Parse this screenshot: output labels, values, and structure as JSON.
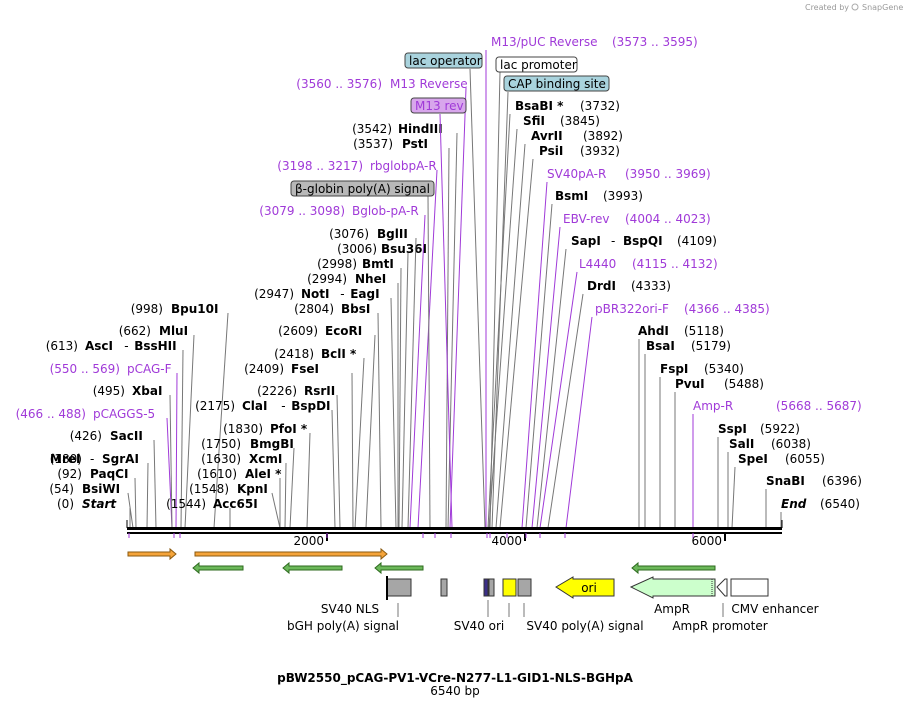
{
  "credit": "Created by",
  "brand": "SnapGene",
  "title": "pBW2550_pCAG-PV1-VCre-N277-L1-GID1-NLS-BGHpA",
  "length": "6540 bp",
  "scale": [
    "2000",
    "4000",
    "6000"
  ],
  "sites_left": [
    {
      "pos": "(0)",
      "name": "Start",
      "style": "italic"
    },
    {
      "pos": "(54)",
      "name": "BsiWI"
    },
    {
      "pos": "(92)",
      "name": "PaqCI"
    },
    {
      "pos": "(180)",
      "name": "MreI",
      "name2": "SgrAI"
    },
    {
      "pos": "(426)",
      "name": "SacII"
    },
    {
      "pos": "(466 .. 488)",
      "name": "pCAGGS-5",
      "primer": true
    },
    {
      "pos": "(495)",
      "name": "XbaI"
    },
    {
      "pos": "(550 .. 569)",
      "name": "pCAG-F",
      "primer": true
    },
    {
      "pos": "(613)",
      "name": "AscI",
      "name2": "BssHII"
    },
    {
      "pos": "(662)",
      "name": "MluI"
    },
    {
      "pos": "(998)",
      "name": "Bpu10I"
    },
    {
      "pos": "(1544)",
      "name": "Acc65I"
    },
    {
      "pos": "(1548)",
      "name": "KpnI"
    },
    {
      "pos": "(1610)",
      "name": "AleI *"
    },
    {
      "pos": "(1630)",
      "name": "XcmI"
    },
    {
      "pos": "(1750)",
      "name": "BmgBI"
    },
    {
      "pos": "(1830)",
      "name": "PfoI *"
    },
    {
      "pos": "(2175)",
      "name": "ClaI",
      "name2": "BspDI"
    },
    {
      "pos": "(2226)",
      "name": "RsrII"
    },
    {
      "pos": "(2409)",
      "name": "FseI"
    },
    {
      "pos": "(2418)",
      "name": "BclI *"
    },
    {
      "pos": "(2609)",
      "name": "EcoRI"
    },
    {
      "pos": "(2804)",
      "name": "BbsI"
    },
    {
      "pos": "(2947)",
      "name": "NotI",
      "name2": "EagI"
    },
    {
      "pos": "(2994)",
      "name": "NheI"
    },
    {
      "pos": "(2998)",
      "name": "BmtI"
    },
    {
      "pos": "(3006)",
      "name": "Bsu36I"
    },
    {
      "pos": "(3076)",
      "name": "BglII"
    },
    {
      "pos": "(3079 .. 3098)",
      "name": "Bglob-pA-R",
      "primer": true
    },
    {
      "pos": "(3198 .. 3217)",
      "name": "rbglobpA-R",
      "primer": true
    },
    {
      "pos": "(3537)",
      "name": "PstI"
    },
    {
      "pos": "(3542)",
      "name": "HindIII"
    },
    {
      "pos": "(3560 .. 3576)",
      "name": "M13 Reverse",
      "primer": true
    }
  ],
  "boxes": [
    {
      "name": "β-globin poly(A) signal",
      "fill": "#b8b8b8"
    },
    {
      "name": "M13 rev",
      "fill": "#d8a6ec"
    },
    {
      "name": "lac operator",
      "fill": "#a9d3dd"
    },
    {
      "name": "lac promoter",
      "fill": "#ffffff"
    },
    {
      "name": "CAP binding site",
      "fill": "#a9d3dd"
    }
  ],
  "sites_right": [
    {
      "name": "M13/pUC Reverse",
      "pos": "(3573 .. 3595)",
      "primer": true
    },
    {
      "name": "BsaBI *",
      "pos": "(3732)"
    },
    {
      "name": "SfiI",
      "pos": "(3845)"
    },
    {
      "name": "AvrII",
      "pos": "(3892)"
    },
    {
      "name": "PsiI",
      "pos": "(3932)"
    },
    {
      "name": "SV40pA-R",
      "pos": "(3950 .. 3969)",
      "primer": true
    },
    {
      "name": "BsmI",
      "pos": "(3993)"
    },
    {
      "name": "EBV-rev",
      "pos": "(4004 .. 4023)",
      "primer": true
    },
    {
      "name": "SapI",
      "name2": "BspQI",
      "pos": "(4109)"
    },
    {
      "name": "L4440",
      "pos": "(4115 .. 4132)",
      "primer": true
    },
    {
      "name": "DrdI",
      "pos": "(4333)"
    },
    {
      "name": "pBR322ori-F",
      "pos": "(4366 .. 4385)",
      "primer": true
    },
    {
      "name": "AhdI",
      "pos": "(5118)"
    },
    {
      "name": "BsaI",
      "pos": "(5179)"
    },
    {
      "name": "FspI",
      "pos": "(5340)"
    },
    {
      "name": "PvuI",
      "pos": "(5488)"
    },
    {
      "name": "Amp-R",
      "pos": "(5668 .. 5687)",
      "primer": true
    },
    {
      "name": "SspI",
      "pos": "(5922)"
    },
    {
      "name": "SalI",
      "pos": "(6038)"
    },
    {
      "name": "SpeI",
      "pos": "(6055)"
    },
    {
      "name": "SnaBI",
      "pos": "(6396)"
    },
    {
      "name": "End",
      "pos": "(6540)",
      "style": "italic"
    }
  ],
  "features": [
    {
      "name": "SV40 NLS"
    },
    {
      "name": "bGH poly(A) signal"
    },
    {
      "name": "SV40 ori"
    },
    {
      "name": "SV40 poly(A) signal"
    },
    {
      "name": "ori"
    },
    {
      "name": "AmpR"
    },
    {
      "name": "AmpR promoter"
    },
    {
      "name": "CMV enhancer"
    }
  ],
  "colors": {
    "primer": "#a03ad8",
    "orange": "#f5a43a",
    "green": "#6cb85a",
    "ori": "#ffff00",
    "ampr": "#ccffcc",
    "gray": "#a6a6a6"
  }
}
